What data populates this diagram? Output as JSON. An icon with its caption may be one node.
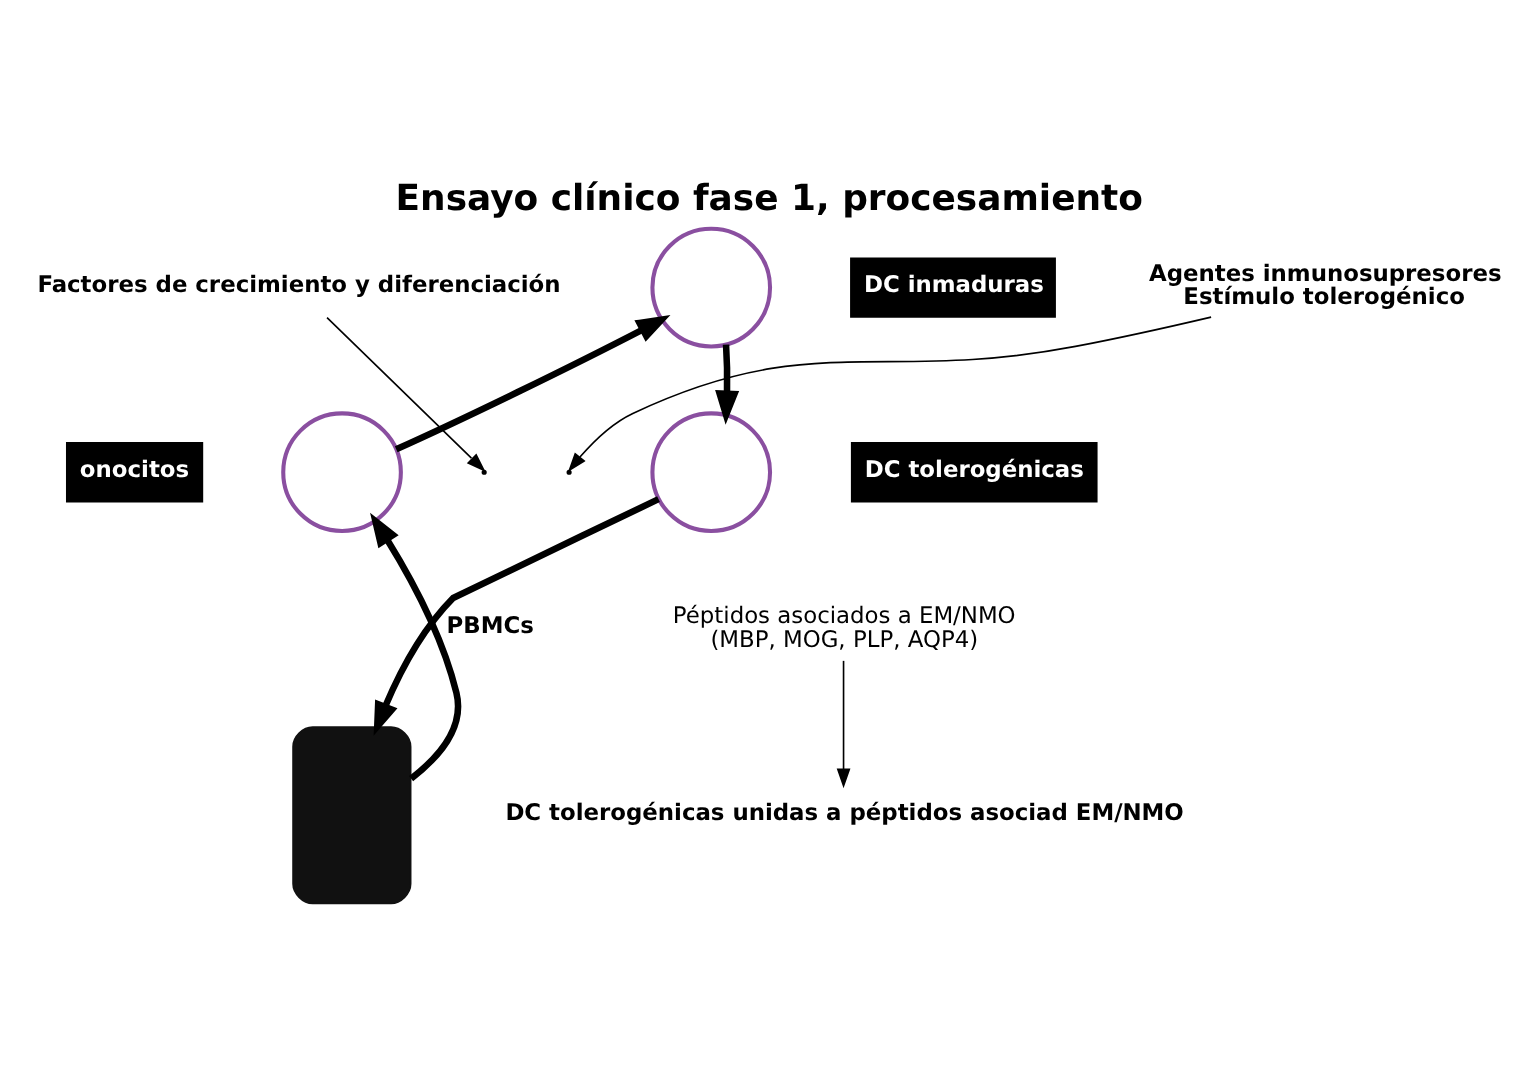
{
  "diagram": {
    "title": "Ensayo clínico fase 1, procesamiento",
    "nodes": [
      {
        "text": [],
        "shape": "circle",
        "beside": [
          "onocitos"
        ]
      },
      {
        "text": [],
        "shape": "circle",
        "beside": [
          "DC inmaduras"
        ]
      },
      {
        "text": [],
        "shape": "circle",
        "beside": [
          "DC tolerogénicas"
        ]
      },
      {
        "text": [
          "DC tolerogénicas unidas a péptidos asociad EM/NMO"
        ]
      },
      {
        "text": [],
        "shape": "person"
      },
      {
        "text": [
          "Factores de crecimiento y diferenciación"
        ]
      },
      {
        "text": [
          "Agentes inmunosupresores",
          "Estímulo tolerogénico"
        ]
      },
      {
        "text": [
          "Péptidos asociados a EM/NMO",
          "(MBP, MOG, PLP, AQP4)"
        ]
      }
    ],
    "edges": [
      {
        "from": 0,
        "to": 1,
        "arrow": "to"
      },
      {
        "from": 1,
        "to": 2,
        "arrow": "to"
      },
      {
        "from": 2,
        "to": 4,
        "arrow": "to"
      },
      {
        "from": 4,
        "to": 0,
        "arrow": "to",
        "label": "PBMCs"
      },
      {
        "from": 5,
        "to": null,
        "arrow": "to"
      },
      {
        "from": 6,
        "to": null,
        "arrow": "to"
      },
      {
        "from": 7,
        "to": 3,
        "arrow": "to"
      }
    ]
  }
}
